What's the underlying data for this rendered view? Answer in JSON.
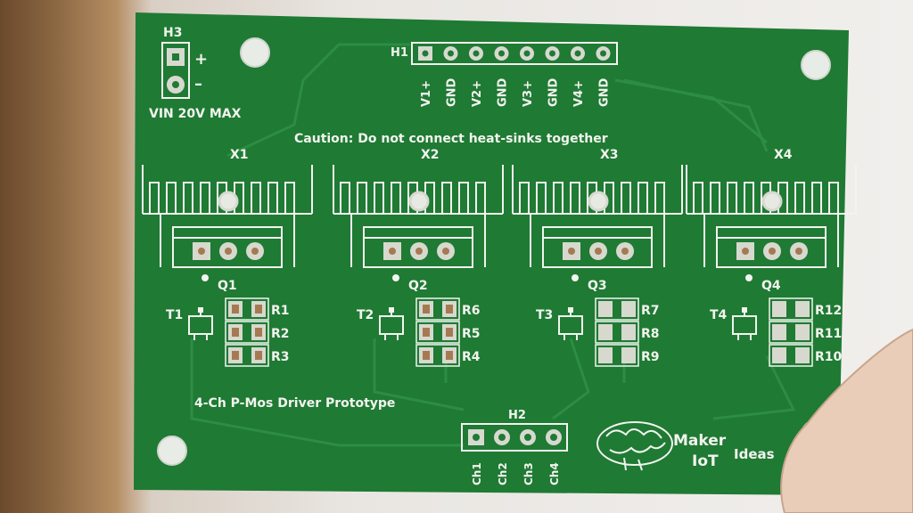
{
  "board": {
    "colors": {
      "pcb": "#1f7a34",
      "pcb_dark": "#17622a",
      "silk": "#f2f4ee",
      "pad": "#d7d9cf",
      "copper": "#a57a52"
    },
    "h3": {
      "name": "H3",
      "plus": "+",
      "minus": "–",
      "note": "VIN 20V MAX"
    },
    "h1": {
      "name": "H1",
      "pins": [
        "V1+",
        "GND",
        "V2+",
        "GND",
        "V3+",
        "GND",
        "V4+",
        "GND"
      ]
    },
    "caution": "Caution: Do not connect heat-sinks together",
    "channels": [
      {
        "heatsink": "X1",
        "mosfet": "Q1",
        "transistor": "T1",
        "resistors": [
          "R1",
          "R2",
          "R3"
        ]
      },
      {
        "heatsink": "X2",
        "mosfet": "Q2",
        "transistor": "T2",
        "resistors": [
          "R6",
          "R5",
          "R4"
        ]
      },
      {
        "heatsink": "X3",
        "mosfet": "Q3",
        "transistor": "T3",
        "resistors": [
          "R7",
          "R8",
          "R9"
        ]
      },
      {
        "heatsink": "X4",
        "mosfet": "Q4",
        "transistor": "T4",
        "resistors": [
          "R12",
          "R11",
          "R10"
        ]
      }
    ],
    "title": "4-Ch P-Mos Driver Prototype",
    "h2": {
      "name": "H2",
      "pins": [
        "Ch1",
        "Ch2",
        "Ch3",
        "Ch4"
      ]
    },
    "brand": {
      "line1": "Maker",
      "line2": "IoT",
      "line3": "Ideas"
    }
  }
}
